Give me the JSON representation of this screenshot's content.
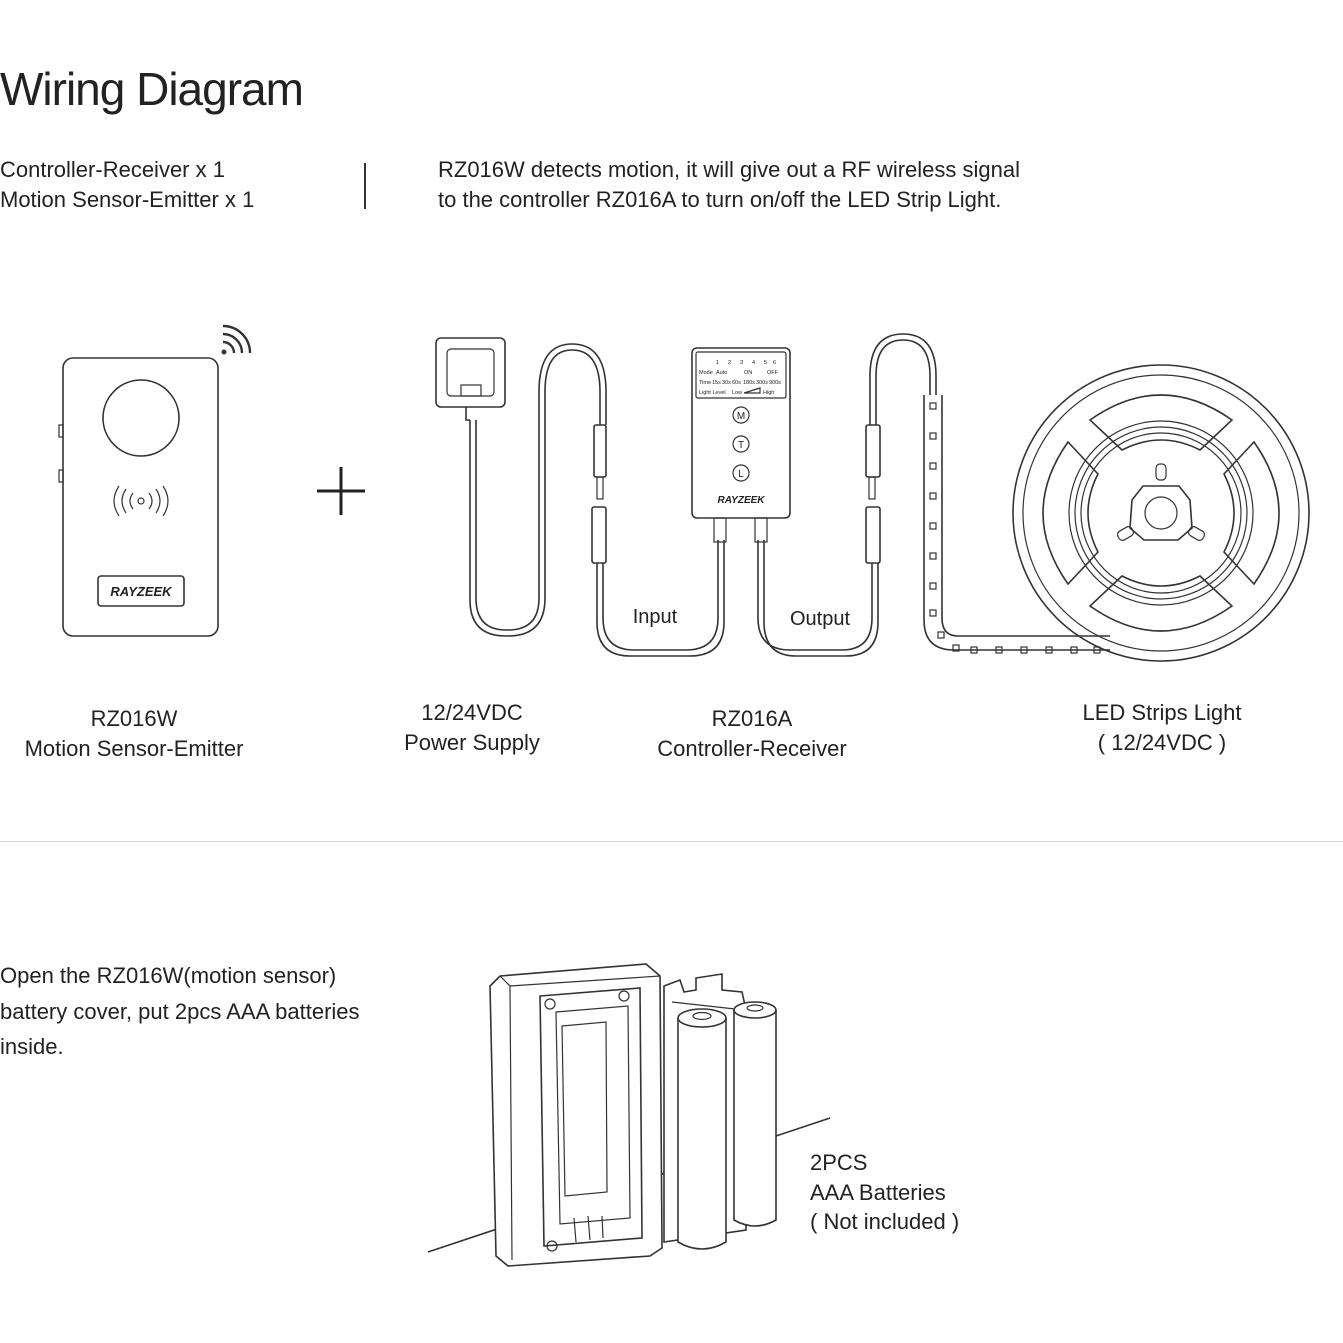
{
  "header": {
    "title": "Wiring Diagram",
    "package_line1": "Controller-Receiver x 1",
    "package_line2": "Motion Sensor-Emitter x 1",
    "desc_line1": "RZ016W detects motion, it will give out a RF wireless signal",
    "desc_line2": "to the controller RZ016A to turn on/off the LED Strip Light."
  },
  "diagram": {
    "sensor_brand": "RAYZEEK",
    "controller_brand": "RAYZEEK",
    "controller_buttons": [
      "M",
      "T",
      "L"
    ],
    "controller_panel": {
      "mode_row": [
        "Mode",
        "Auto",
        "ON",
        "OFF"
      ],
      "time_row": [
        "Time",
        "15s",
        "30s",
        "60s",
        "180s",
        "300s",
        "900s"
      ],
      "light_row": [
        "Light Level",
        "Low",
        "High"
      ],
      "dip_numbers": [
        "1",
        "2",
        "3",
        "4",
        "5",
        "6"
      ]
    },
    "input_label": "Input",
    "output_label": "Output"
  },
  "labels": {
    "sensor_model": "RZ016W",
    "sensor_name": "Motion Sensor-Emitter",
    "psu_line1": "12/24VDC",
    "psu_line2": "Power Supply",
    "controller_model": "RZ016A",
    "controller_name": "Controller-Receiver",
    "strip_line1": "LED Strips Light",
    "strip_line2": "( 12/24VDC )"
  },
  "battery_section": {
    "instruction_line1": "Open the RZ016W(motion sensor)",
    "instruction_line2": "battery cover, put 2pcs AAA batteries",
    "instruction_line3": "inside.",
    "battery_line1": "2PCS",
    "battery_line2": "AAA Batteries",
    "battery_line3": "( Not included )"
  }
}
